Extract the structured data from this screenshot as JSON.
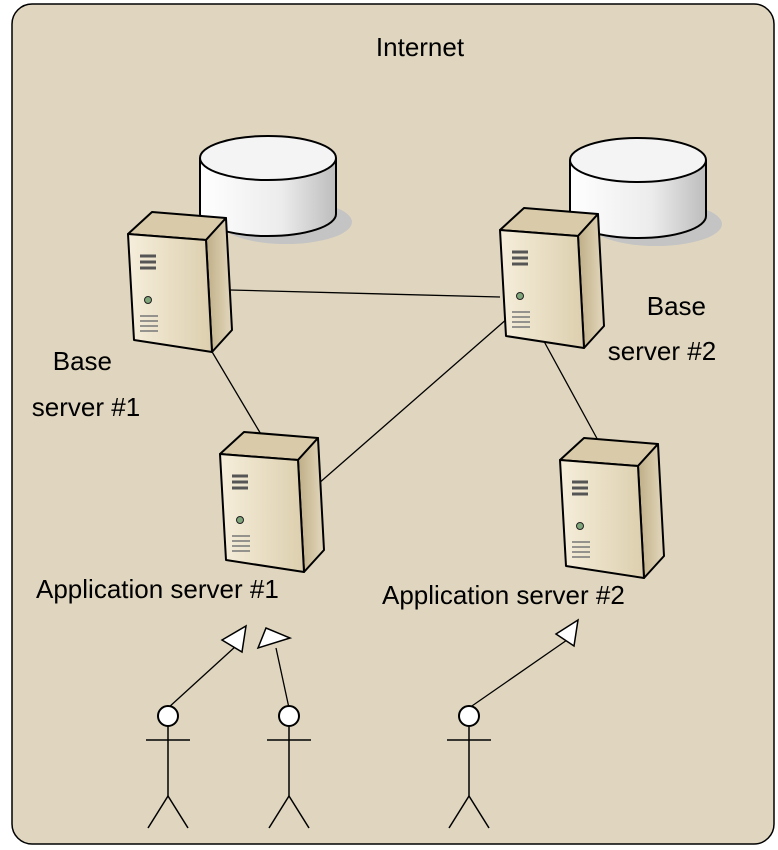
{
  "title": "Internet",
  "servers": [
    {
      "id": "base1",
      "label_lines": [
        "Base",
        "server #1"
      ],
      "has_database": true
    },
    {
      "id": "base2",
      "label_lines": [
        "Base",
        "server #2"
      ],
      "has_database": true
    },
    {
      "id": "app1",
      "label_lines": [
        "Application server #1"
      ],
      "has_database": false
    },
    {
      "id": "app2",
      "label_lines": [
        "Application server #2"
      ],
      "has_database": false
    }
  ],
  "connections": [
    {
      "from": "base1",
      "to": "base2"
    },
    {
      "from": "base1",
      "to": "app1"
    },
    {
      "from": "base2",
      "to": "app1"
    },
    {
      "from": "base2",
      "to": "app2"
    }
  ],
  "users": [
    {
      "id": "user1",
      "connects_to": "app1",
      "arrow": "filled-triangle"
    },
    {
      "id": "user2",
      "connects_to": "app1",
      "arrow": "open-triangle"
    },
    {
      "id": "user3",
      "connects_to": "app2",
      "arrow": "open-triangle"
    }
  ],
  "colors": {
    "background": "#e0d6bf",
    "border": "#000000",
    "server_front": "#ede3cc",
    "server_side": "#c8b894",
    "database": "#e8e8e8",
    "shadow": "#c5c5c5"
  }
}
